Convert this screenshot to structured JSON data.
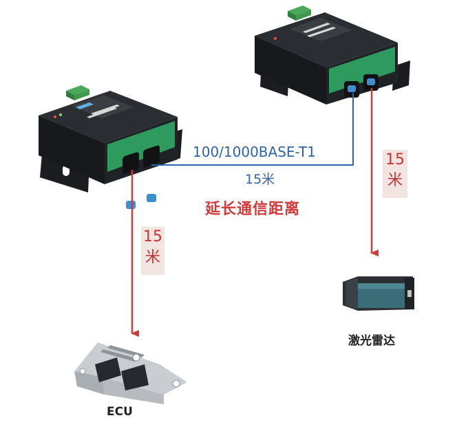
{
  "labels": {
    "ethernet_standard": "100/1000BASE-T1",
    "link_distance": "15米",
    "extend_text": "延长通信距离",
    "left_distance_value": "15",
    "left_distance_unit": "米",
    "right_distance_value": "15",
    "right_distance_unit": "米",
    "lidar_caption": "激光雷达",
    "ecu_caption": "ECU"
  },
  "colors": {
    "ethernet_line": "#2e63a8",
    "arrow_line": "#d23a3a",
    "device_body": "#1e2124",
    "device_panel": "#2f9a5e"
  }
}
